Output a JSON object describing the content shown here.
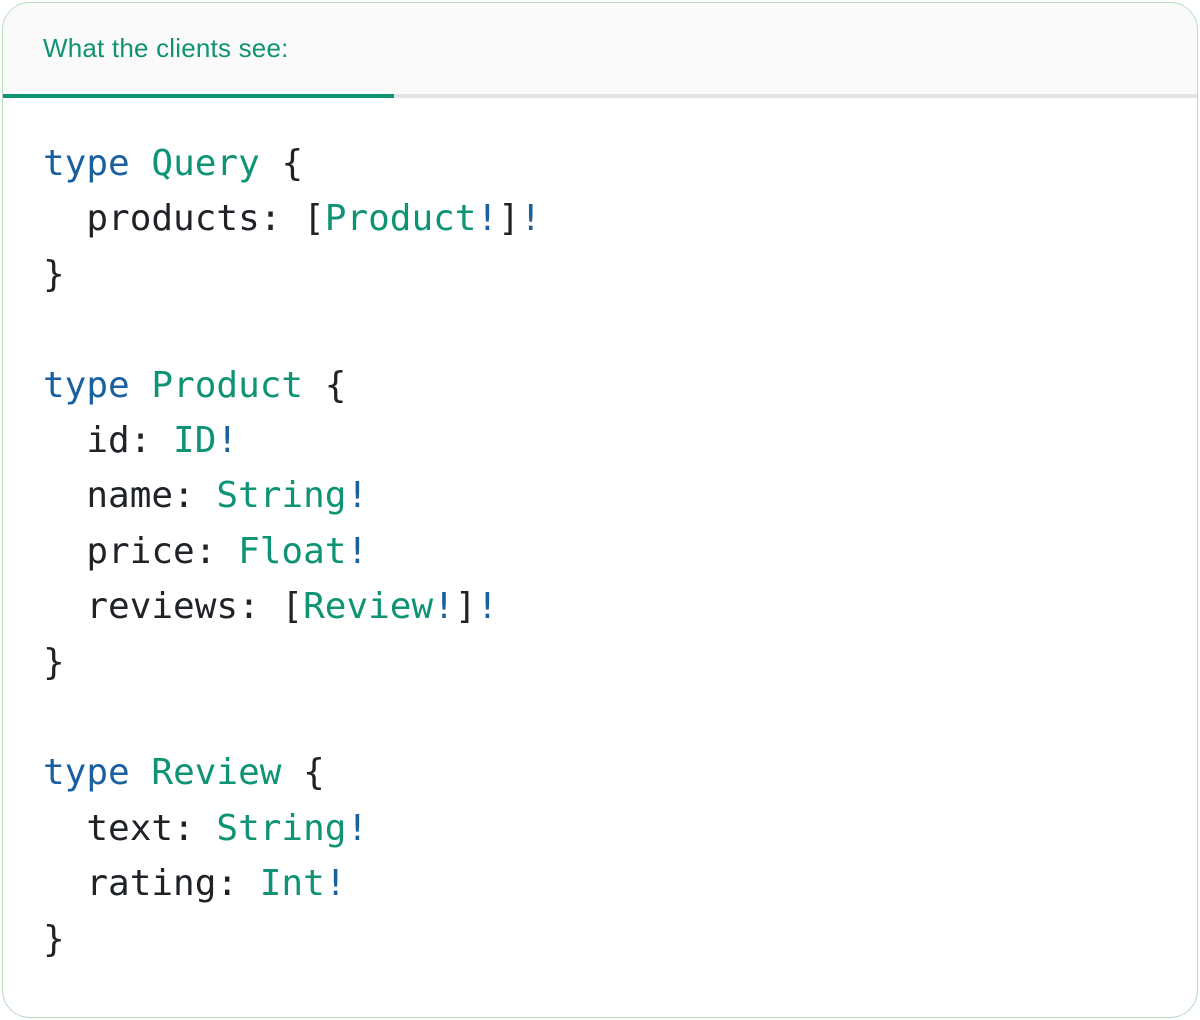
{
  "colors": {
    "accent_teal": "#0F9373",
    "keyword_blue": "#1A5F9E",
    "type_green": "#0E9475",
    "code_text": "#1F2328",
    "header_bg": "#FAFAFA",
    "header_border": "#E3E3E3",
    "card_border": "#B9DBBF"
  },
  "card": {
    "header": {
      "tab_label": "What the clients see:"
    },
    "code": {
      "lines": [
        [
          [
            "kw",
            "type"
          ],
          [
            "plain",
            " "
          ],
          [
            "type",
            "Query"
          ],
          [
            "plain",
            " {"
          ]
        ],
        [
          [
            "plain",
            "  products: ["
          ],
          [
            "type",
            "Product"
          ],
          [
            "bang",
            "!"
          ],
          [
            "plain",
            "]"
          ],
          [
            "bang",
            "!"
          ]
        ],
        [
          [
            "plain",
            "}"
          ]
        ],
        [],
        [
          [
            "kw",
            "type"
          ],
          [
            "plain",
            " "
          ],
          [
            "type",
            "Product"
          ],
          [
            "plain",
            " {"
          ]
        ],
        [
          [
            "plain",
            "  id: "
          ],
          [
            "type",
            "ID"
          ],
          [
            "bang",
            "!"
          ]
        ],
        [
          [
            "plain",
            "  name: "
          ],
          [
            "type",
            "String"
          ],
          [
            "bang",
            "!"
          ]
        ],
        [
          [
            "plain",
            "  price: "
          ],
          [
            "type",
            "Float"
          ],
          [
            "bang",
            "!"
          ]
        ],
        [
          [
            "plain",
            "  reviews: ["
          ],
          [
            "type",
            "Review"
          ],
          [
            "bang",
            "!"
          ],
          [
            "plain",
            "]"
          ],
          [
            "bang",
            "!"
          ]
        ],
        [
          [
            "plain",
            "}"
          ]
        ],
        [],
        [
          [
            "kw",
            "type"
          ],
          [
            "plain",
            " "
          ],
          [
            "type",
            "Review"
          ],
          [
            "plain",
            " {"
          ]
        ],
        [
          [
            "plain",
            "  text: "
          ],
          [
            "type",
            "String"
          ],
          [
            "bang",
            "!"
          ]
        ],
        [
          [
            "plain",
            "  rating: "
          ],
          [
            "type",
            "Int"
          ],
          [
            "bang",
            "!"
          ]
        ],
        [
          [
            "plain",
            "}"
          ]
        ]
      ]
    }
  }
}
